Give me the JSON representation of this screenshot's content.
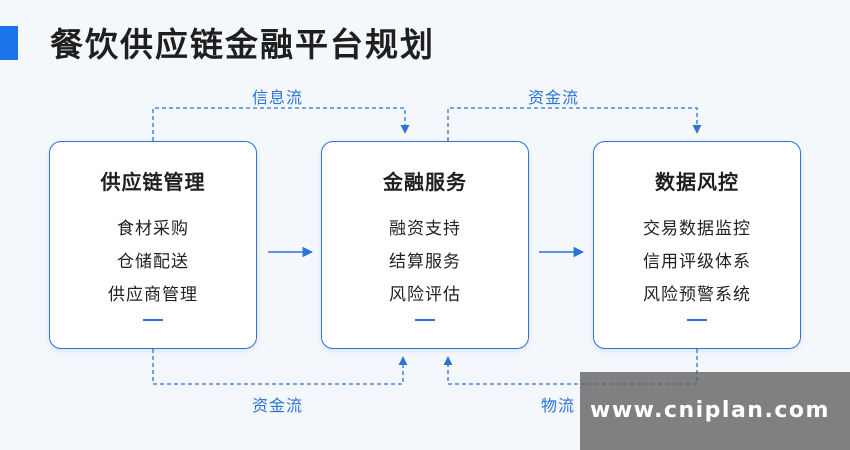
{
  "title": "餐饮供应链金融平台规划",
  "colors": {
    "accent": "#1a73e8",
    "line": "#2b74d6",
    "text": "#1f1f1f",
    "background": "#f4f7fb"
  },
  "boxes": [
    {
      "title": "供应链管理",
      "items": [
        "食材采购",
        "仓储配送",
        "供应商管理"
      ]
    },
    {
      "title": "金融服务",
      "items": [
        "融资支持",
        "结算服务",
        "风险评估"
      ]
    },
    {
      "title": "数据风控",
      "items": [
        "交易数据监控",
        "信用评级体系",
        "风险预警系统"
      ]
    }
  ],
  "flows": {
    "top_left": "信息流",
    "top_right": "资金流",
    "bottom_left": "资金流",
    "bottom_right": "物流"
  },
  "watermark": "www.cniplan.com"
}
